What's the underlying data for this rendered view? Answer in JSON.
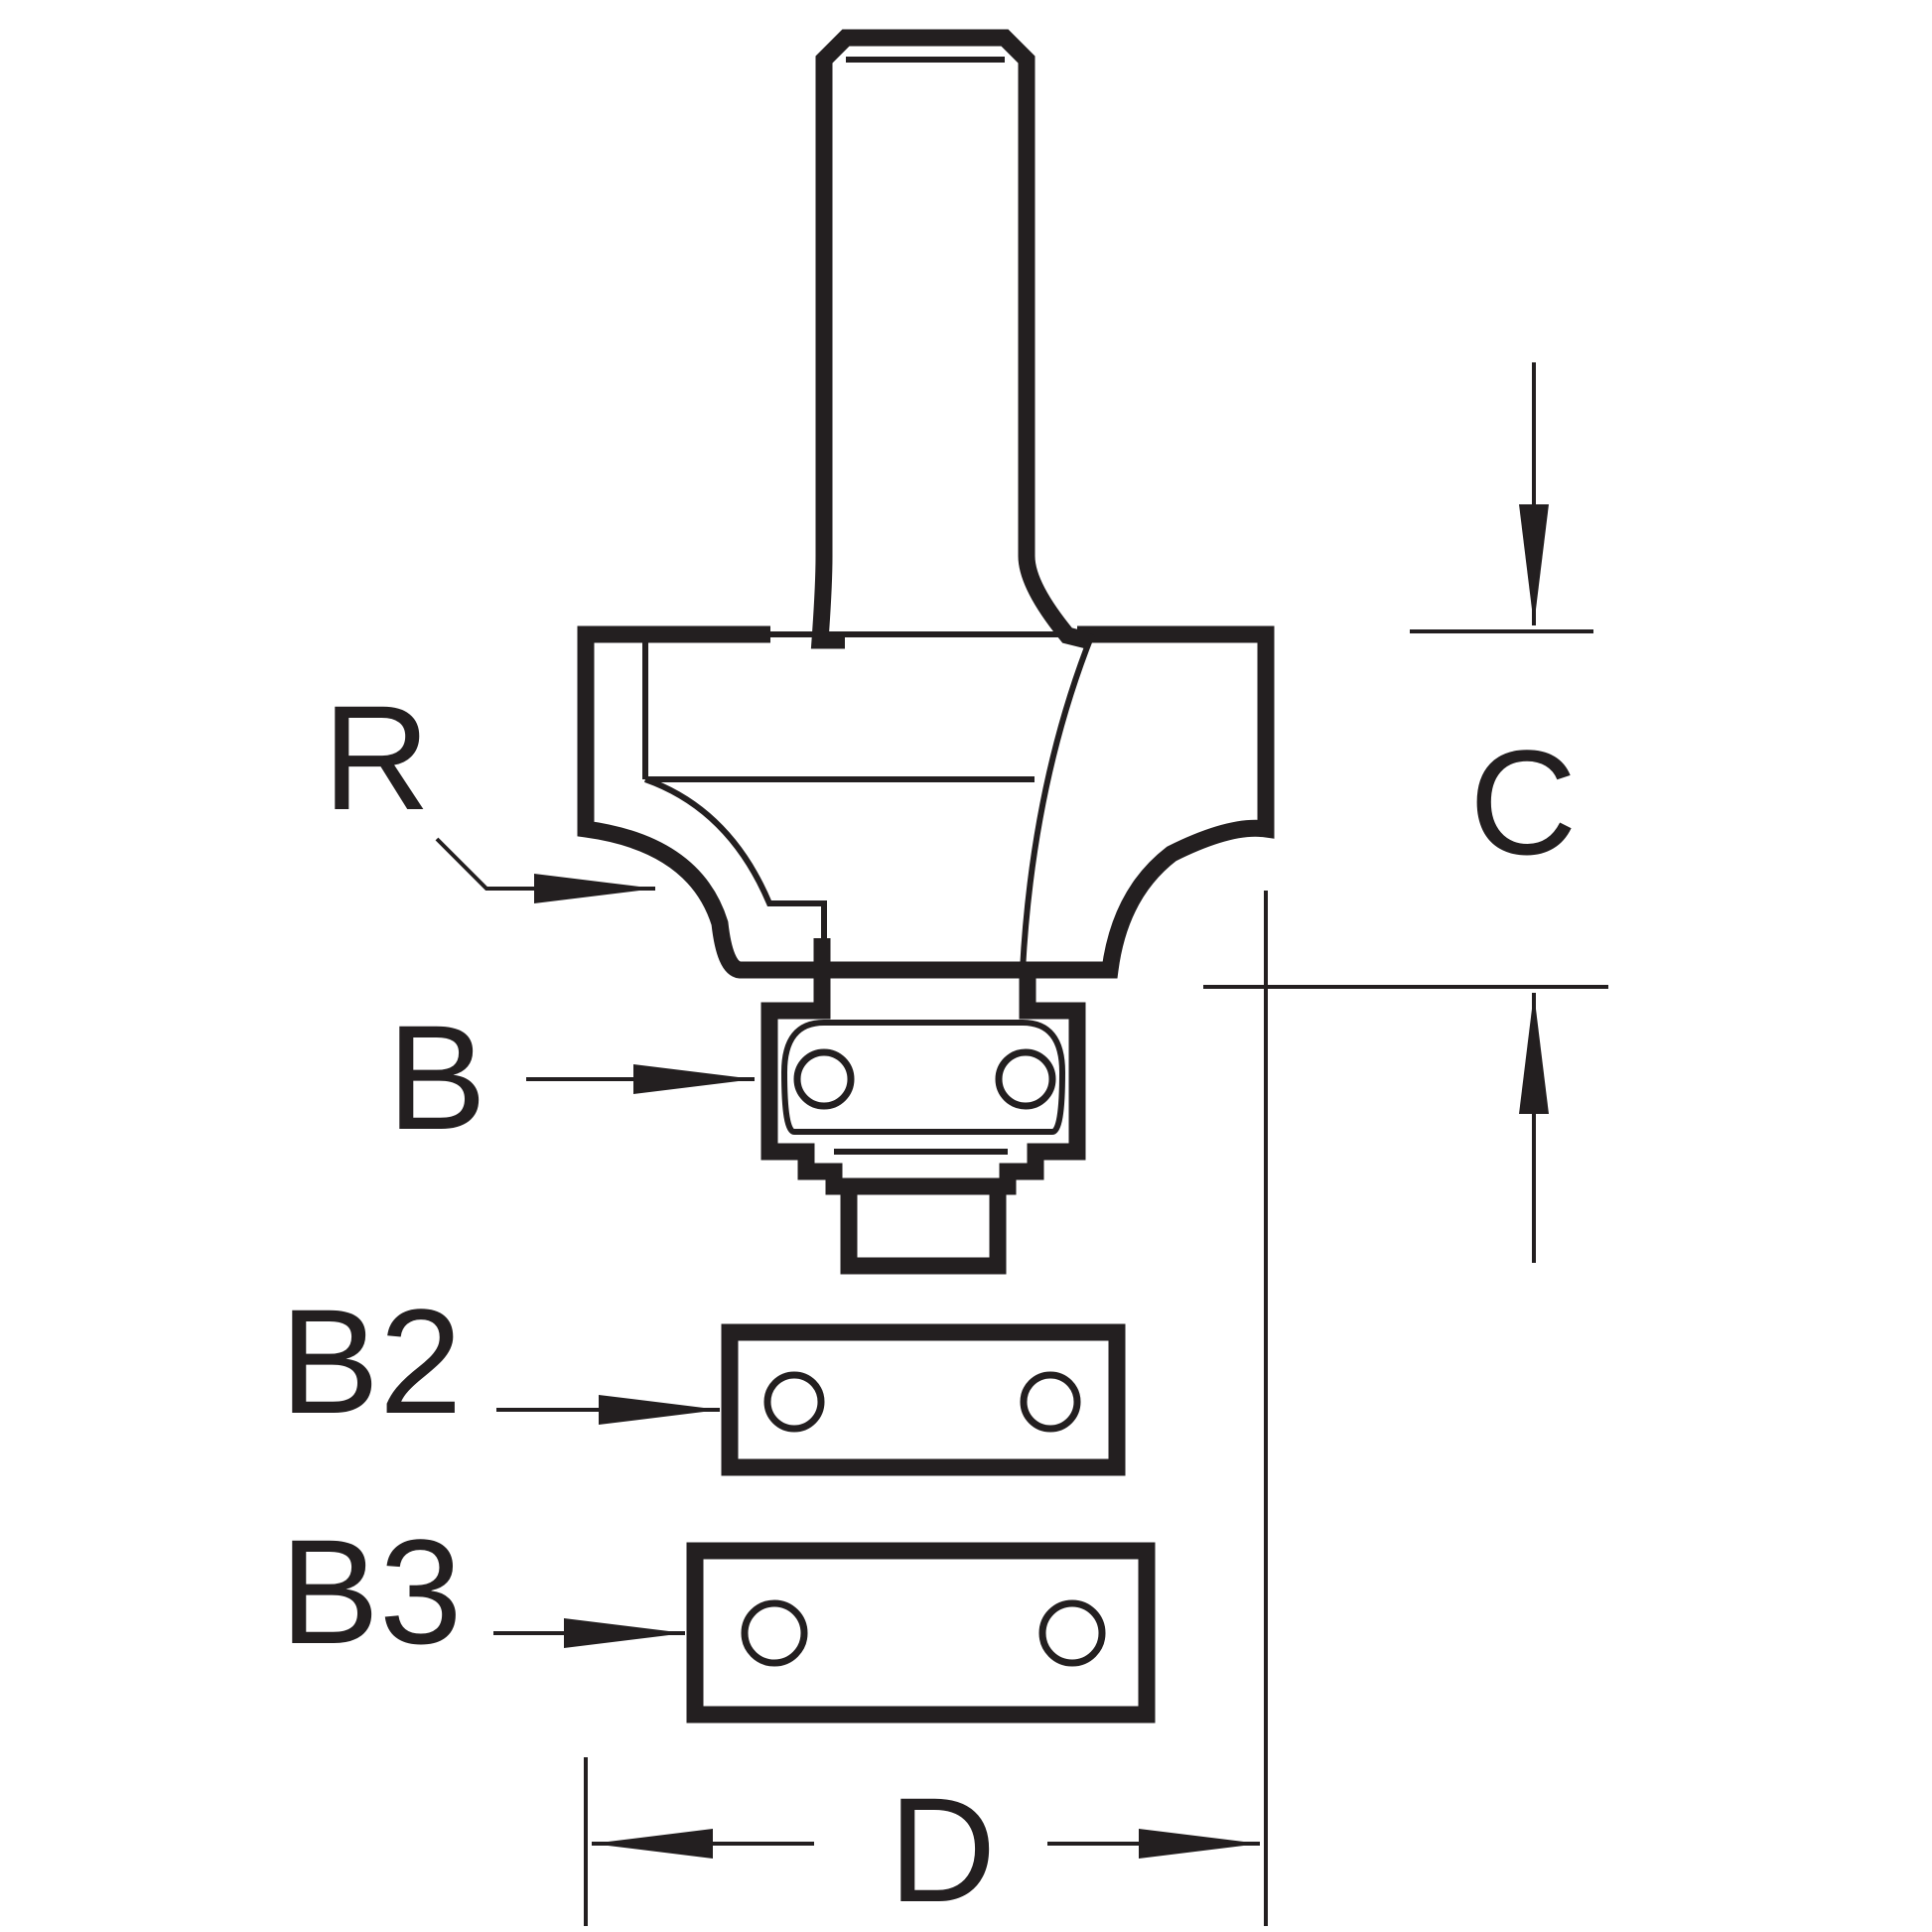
{
  "labels": {
    "R": "R",
    "B": "B",
    "B2": "B2",
    "B3": "B3",
    "C": "C",
    "D": "D"
  },
  "colors": {
    "ink": "#231f20",
    "background": "#ffffff"
  }
}
